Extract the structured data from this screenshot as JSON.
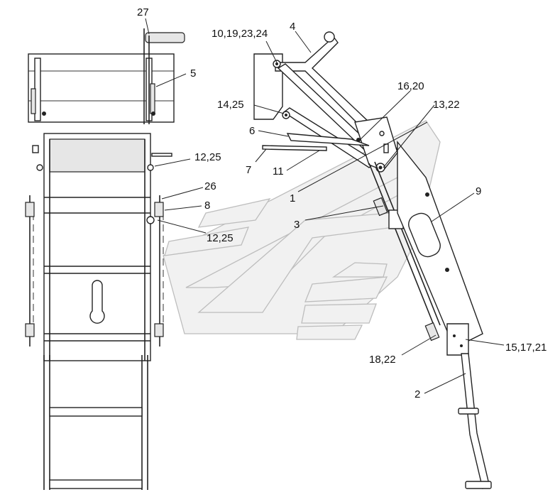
{
  "callouts": {
    "c27": "27",
    "c5": "5",
    "c10": "10,19,23,24",
    "c4": "4",
    "c16": "16,20",
    "c14": "14,25",
    "c13": "13,22",
    "c6": "6",
    "c7": "7",
    "c11": "11",
    "c12a": "12,25",
    "c26": "26",
    "c8": "8",
    "c12b": "12,25",
    "c1": "1",
    "c3": "3",
    "c9": "9",
    "c18": "18,22",
    "c15": "15,17,21",
    "c2": "2"
  }
}
